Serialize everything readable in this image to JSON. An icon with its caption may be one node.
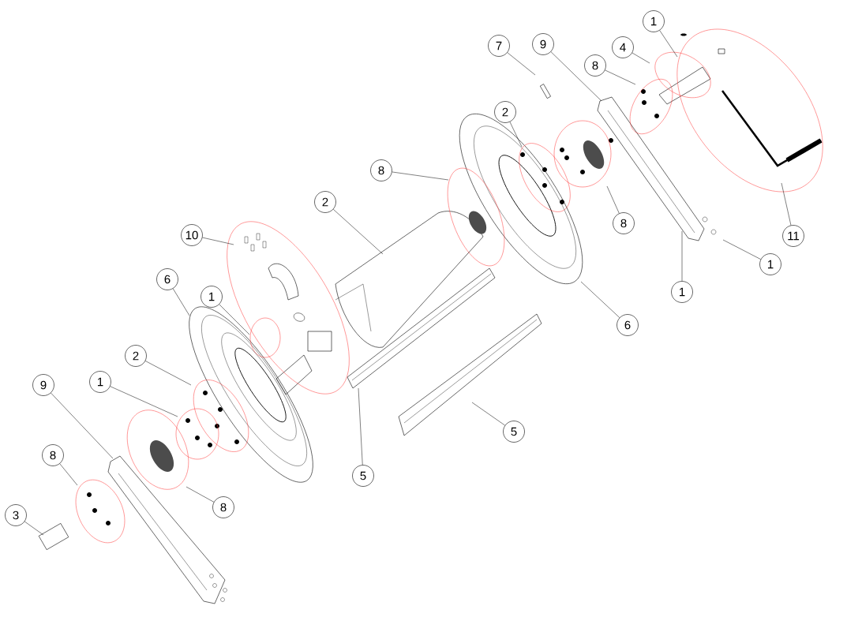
{
  "diagram": {
    "nodes": [
      {
        "text": [
          "1"
        ]
      },
      {
        "text": [
          "9"
        ]
      },
      {
        "text": [
          "7"
        ]
      },
      {
        "text": [
          "4"
        ]
      },
      {
        "text": [
          "8"
        ]
      },
      {
        "text": [
          "2"
        ]
      },
      {
        "text": [
          "8"
        ]
      },
      {
        "text": [
          "2"
        ]
      },
      {
        "text": [
          "10"
        ]
      },
      {
        "text": [
          "6"
        ]
      },
      {
        "text": [
          "1"
        ]
      },
      {
        "text": [
          "2"
        ]
      },
      {
        "text": [
          "1"
        ]
      },
      {
        "text": [
          "9"
        ]
      },
      {
        "text": [
          "8"
        ]
      },
      {
        "text": [
          "3"
        ]
      },
      {
        "text": [
          "8"
        ]
      },
      {
        "text": [
          "5"
        ]
      },
      {
        "text": [
          "5"
        ]
      },
      {
        "text": [
          "6"
        ]
      },
      {
        "text": [
          "8"
        ]
      },
      {
        "text": [
          "1"
        ]
      },
      {
        "text": [
          "1"
        ]
      },
      {
        "text": [
          "11"
        ]
      }
    ],
    "edges": [
      {
        "from": 0,
        "to": null,
        "arrow": "none"
      },
      {
        "from": 1,
        "to": null,
        "arrow": "none"
      },
      {
        "from": 2,
        "to": null,
        "arrow": "none"
      },
      {
        "from": 3,
        "to": null,
        "arrow": "none"
      },
      {
        "from": 4,
        "to": null,
        "arrow": "none"
      },
      {
        "from": 5,
        "to": null,
        "arrow": "none"
      },
      {
        "from": 6,
        "to": null,
        "arrow": "none"
      },
      {
        "from": 7,
        "to": null,
        "arrow": "none"
      },
      {
        "from": 8,
        "to": null,
        "arrow": "none"
      },
      {
        "from": 9,
        "to": null,
        "arrow": "none"
      },
      {
        "from": 10,
        "to": null,
        "arrow": "none"
      },
      {
        "from": 11,
        "to": null,
        "arrow": "none"
      },
      {
        "from": 12,
        "to": null,
        "arrow": "none"
      },
      {
        "from": 13,
        "to": null,
        "arrow": "none"
      },
      {
        "from": 14,
        "to": null,
        "arrow": "none"
      },
      {
        "from": 15,
        "to": null,
        "arrow": "none"
      },
      {
        "from": 16,
        "to": null,
        "arrow": "none"
      },
      {
        "from": 17,
        "to": null,
        "arrow": "none"
      },
      {
        "from": 18,
        "to": null,
        "arrow": "none"
      },
      {
        "from": 19,
        "to": null,
        "arrow": "none"
      },
      {
        "from": 20,
        "to": null,
        "arrow": "none"
      },
      {
        "from": 21,
        "to": null,
        "arrow": "none"
      },
      {
        "from": 22,
        "to": null,
        "arrow": "none"
      },
      {
        "from": 23,
        "to": null,
        "arrow": "none"
      }
    ]
  }
}
